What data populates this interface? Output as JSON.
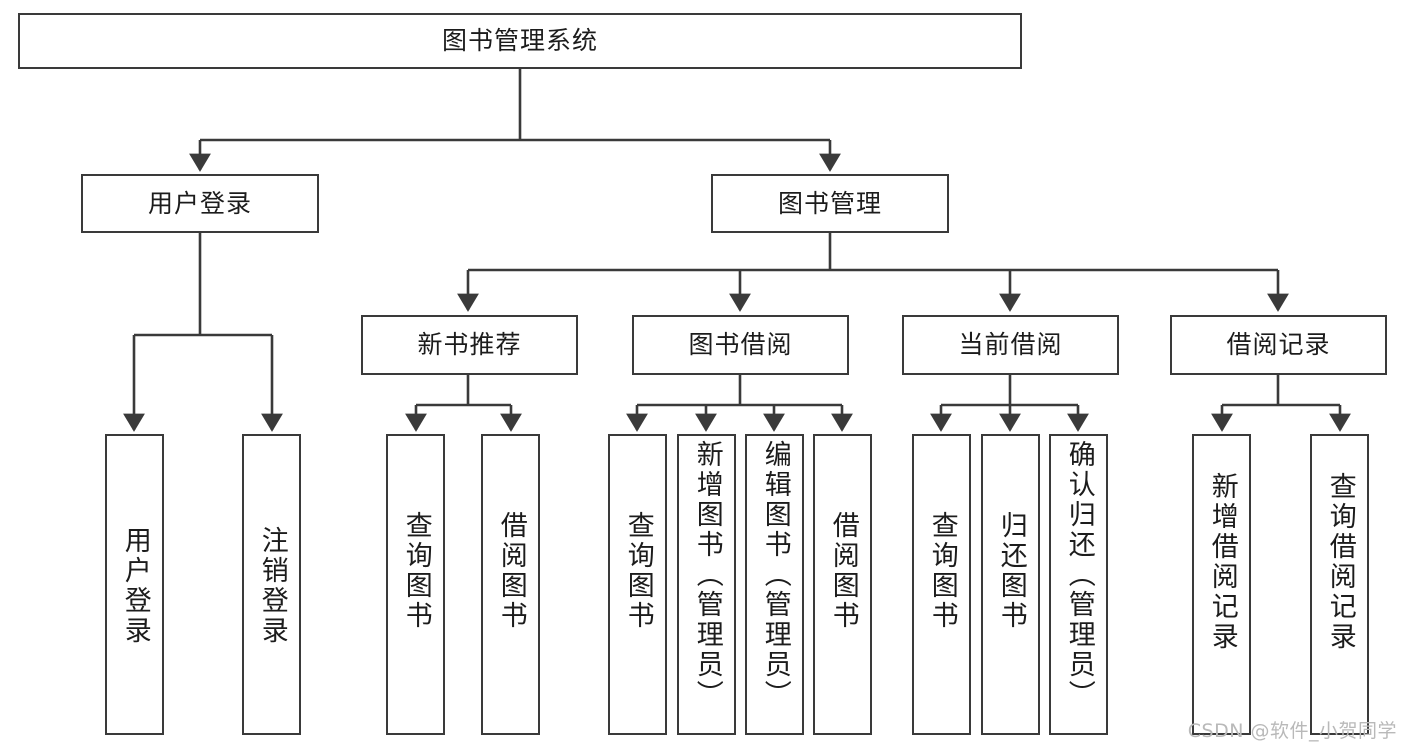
{
  "diagram": {
    "title": "图书管理系统",
    "type": "tree-hierarchy",
    "watermark": "CSDN @软件_小贺同学",
    "colors": {
      "stroke": "#3a3a3a",
      "fill": "#ffffff",
      "text": "#1c1c1c",
      "watermark": "#b9b9b9"
    },
    "nodes": {
      "root": {
        "label": "图书管理系统",
        "level": 1,
        "orientation": "horizontal"
      },
      "user_login": {
        "label": "用户登录",
        "level": 2,
        "orientation": "horizontal"
      },
      "book_manage": {
        "label": "图书管理",
        "level": 2,
        "orientation": "horizontal"
      },
      "new_book_rec": {
        "label": "新书推荐",
        "level": 3,
        "orientation": "horizontal"
      },
      "book_borrow": {
        "label": "图书借阅",
        "level": 3,
        "orientation": "horizontal"
      },
      "current_borrow": {
        "label": "当前借阅",
        "level": 3,
        "orientation": "horizontal"
      },
      "borrow_record": {
        "label": "借阅记录",
        "level": 3,
        "orientation": "horizontal"
      },
      "leaf_user_login": {
        "label": "用户登录",
        "level": 3,
        "orientation": "vertical"
      },
      "leaf_logout": {
        "label": "注销登录",
        "level": 3,
        "orientation": "vertical"
      },
      "leaf_query_book_1": {
        "label": "查询图书",
        "level": 4,
        "orientation": "vertical"
      },
      "leaf_borrow_book_1": {
        "label": "借阅图书",
        "level": 4,
        "orientation": "vertical"
      },
      "leaf_query_book_2": {
        "label": "查询图书",
        "level": 4,
        "orientation": "vertical"
      },
      "leaf_add_book": {
        "label": "新增图书（管理员）",
        "level": 4,
        "orientation": "vertical"
      },
      "leaf_edit_book": {
        "label": "编辑图书（管理员）",
        "level": 4,
        "orientation": "vertical"
      },
      "leaf_borrow_book_2": {
        "label": "借阅图书",
        "level": 4,
        "orientation": "vertical"
      },
      "leaf_query_book_3": {
        "label": "查询图书",
        "level": 4,
        "orientation": "vertical"
      },
      "leaf_return_book": {
        "label": "归还图书",
        "level": 4,
        "orientation": "vertical"
      },
      "leaf_confirm_return": {
        "label": "确认归还（管理员）",
        "level": 4,
        "orientation": "vertical"
      },
      "leaf_add_record": {
        "label": "新增借阅记录",
        "level": 4,
        "orientation": "vertical"
      },
      "leaf_query_record": {
        "label": "查询借阅记录",
        "level": 4,
        "orientation": "vertical"
      }
    },
    "edges": [
      {
        "from": "root",
        "to": "user_login"
      },
      {
        "from": "root",
        "to": "book_manage"
      },
      {
        "from": "user_login",
        "to": "leaf_user_login"
      },
      {
        "from": "user_login",
        "to": "leaf_logout"
      },
      {
        "from": "book_manage",
        "to": "new_book_rec"
      },
      {
        "from": "book_manage",
        "to": "book_borrow"
      },
      {
        "from": "book_manage",
        "to": "current_borrow"
      },
      {
        "from": "book_manage",
        "to": "borrow_record"
      },
      {
        "from": "new_book_rec",
        "to": "leaf_query_book_1"
      },
      {
        "from": "new_book_rec",
        "to": "leaf_borrow_book_1"
      },
      {
        "from": "book_borrow",
        "to": "leaf_query_book_2"
      },
      {
        "from": "book_borrow",
        "to": "leaf_add_book"
      },
      {
        "from": "book_borrow",
        "to": "leaf_edit_book"
      },
      {
        "from": "book_borrow",
        "to": "leaf_borrow_book_2"
      },
      {
        "from": "current_borrow",
        "to": "leaf_query_book_3"
      },
      {
        "from": "current_borrow",
        "to": "leaf_return_book"
      },
      {
        "from": "current_borrow",
        "to": "leaf_confirm_return"
      },
      {
        "from": "borrow_record",
        "to": "leaf_add_record"
      },
      {
        "from": "borrow_record",
        "to": "leaf_query_record"
      }
    ]
  }
}
